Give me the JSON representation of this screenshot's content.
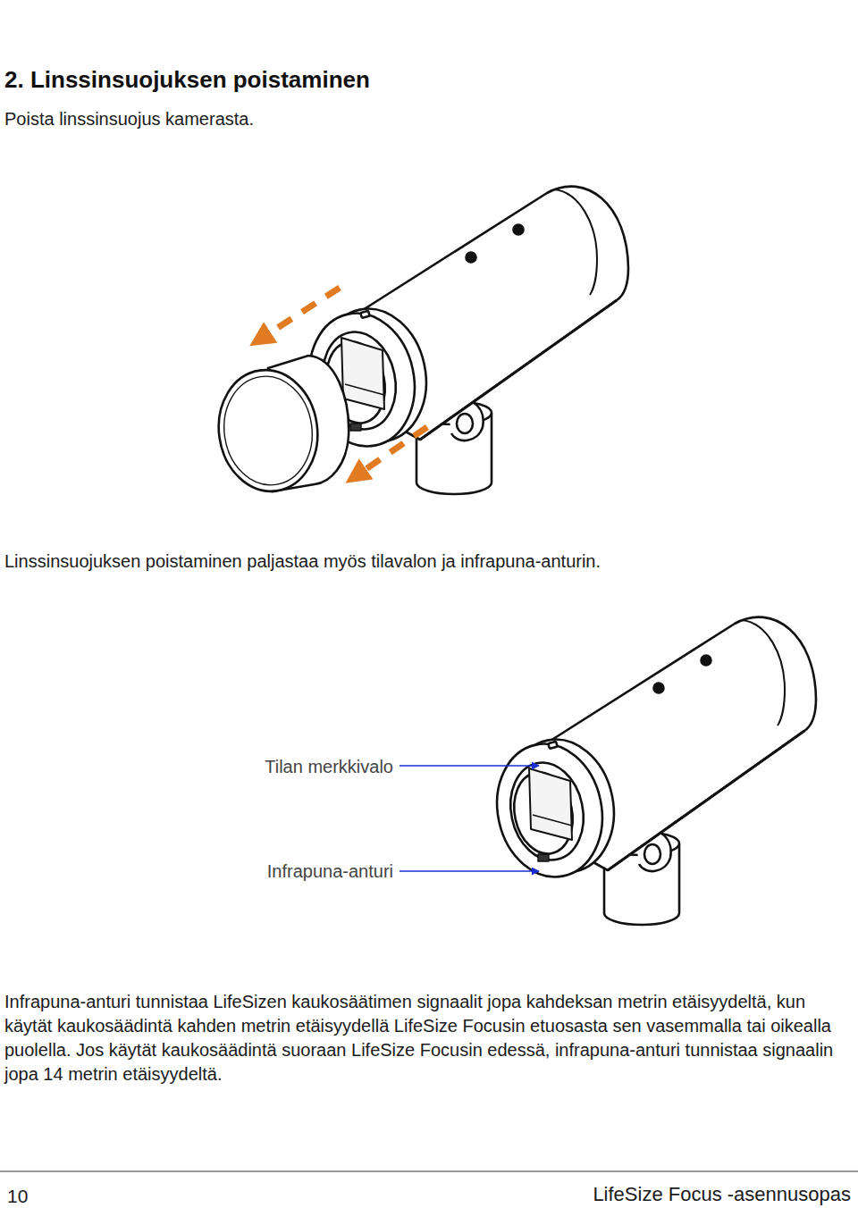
{
  "diagram": {
    "title": "2. Linssinsuojuksen poistaminen",
    "labels": [
      "Poista linssinsuojus kamerasta.",
      "Linssinsuojuksen poistaminen paljastaa myös tilavalon ja infrapuna-anturin.",
      "Tilan merkkivalo",
      "Infrapuna-anturi",
      "Infrapuna-anturi tunnistaa LifeSizen kaukosäätimen signaalit jopa kahdeksan metrin etäisyydeltä, kun käytät kaukosäädintä kahden metrin etäisyydellä LifeSize Focusin etuosasta sen vasemmalla tai oikealla puolella. Jos käytät kaukosäädintä suoraan LifeSize Focusin edessä, infrapuna-anturi tunnistaa signaalin jopa 14 metrin etäisyydeltä.",
      "10",
      "LifeSize Focus -asennusopas"
    ]
  }
}
